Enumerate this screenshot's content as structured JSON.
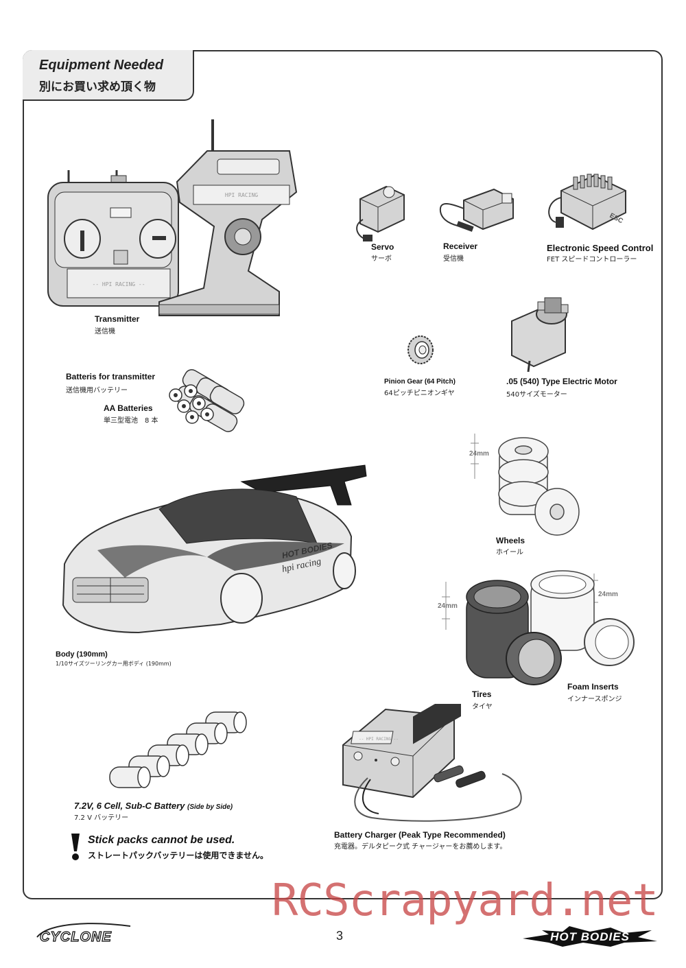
{
  "header": {
    "title_en": "Equipment Needed",
    "title_jp": "別にお買い求め頂く物"
  },
  "items": {
    "transmitter": {
      "label": "Transmitter",
      "sub": "送信機",
      "screen_text": "-- HPI RACING --"
    },
    "servo": {
      "label": "Servo",
      "sub": "サーボ"
    },
    "receiver": {
      "label": "Receiver",
      "sub": "受信機"
    },
    "esc": {
      "label": "Electronic Speed Control",
      "sub": "FET スピードコントローラー",
      "case_text": "ESC"
    },
    "tx_batteries": {
      "label": "Batteris for transmitter",
      "sub": "送信機用バッテリー"
    },
    "aa_batteries": {
      "label": "AA Batteries",
      "sub": "単三型電池　8 本"
    },
    "pinion": {
      "label": "Pinion Gear (64 Pitch)",
      "sub": "64ピッチピニオンギヤ"
    },
    "motor": {
      "label": ".05 (540) Type Electric Motor",
      "sub": "540サイズモーター"
    },
    "wheels": {
      "label": "Wheels",
      "sub": "ホイール",
      "dim": "24mm"
    },
    "body": {
      "label": "Body (190mm)",
      "sub": "1/10サイズツーリングカー用ボディ (190mm)",
      "livery_text_1": "HOT BODIES",
      "livery_text_2": "hpi racing"
    },
    "tires": {
      "label": "Tires",
      "sub": "タイヤ",
      "dim": "24mm"
    },
    "foam": {
      "label": "Foam Inserts",
      "sub": "インナースポンジ",
      "dim": "24mm"
    },
    "battery_pack": {
      "label": "7.2V, 6 Cell, Sub-C Battery",
      "label_note": "(Side by Side)",
      "sub": "7.2 V バッテリー"
    },
    "charger": {
      "label": "Battery Charger (Peak Type Recommended)",
      "sub": "充電器。デルタピーク式 チャージャーをお薦めします。",
      "screen_text": "-- HPI RACING --"
    }
  },
  "warning": {
    "en": "Stick packs cannot be used.",
    "jp": "ストレートパックバッテリーは使用できません。"
  },
  "footer": {
    "page_number": "3",
    "logo_left": "CYCLONE",
    "logo_right": "HOT BODIES",
    "watermark": "RCScrapyard.net"
  },
  "colors": {
    "frame": "#333333",
    "title_bg": "#ececec",
    "watermark": "#c94a4a",
    "illustration_fill": "#d4d4d4",
    "illustration_stroke": "#333333"
  }
}
